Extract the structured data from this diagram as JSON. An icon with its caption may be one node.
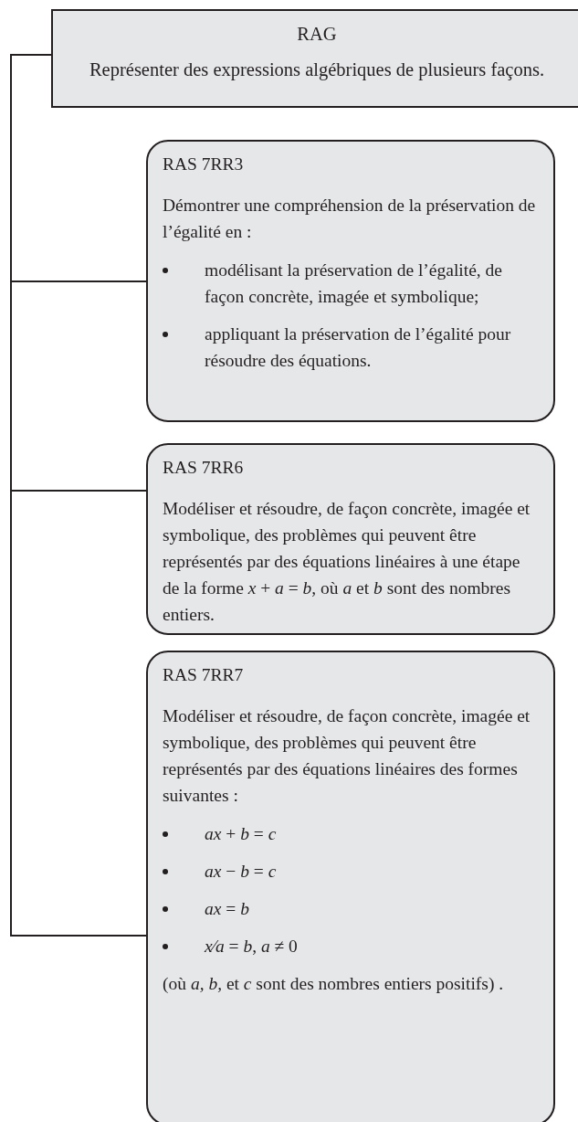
{
  "diagram": {
    "nodes": [
      {
        "text": [
          "RAG",
          "Représenter des expressions algébriques de plusieurs façons."
        ]
      },
      {
        "text": [
          "RAS 7RR3",
          "Démontrer une compréhension de la préservation de l’égalité en :",
          "modélisant la préservation de l’égalité, de façon concrète, imagée et symbolique;",
          "appliquant la préservation de l’égalité pour résoudre des équations."
        ]
      },
      {
        "text": [
          "RAS 7RR6",
          "Modéliser et résoudre, de façon concrète, imagée et symbolique, des problèmes qui peuvent être représentés par des équations linéaires à une étape de la forme *x* + *a* = *b*, où *a* et *b* sont des nombres entiers."
        ]
      },
      {
        "text": [
          "RAS 7RR7",
          "Modéliser et résoudre, de façon concrète, imagée et symbolique, des problèmes qui peuvent être représentés par des équations linéaires des formes suivantes :",
          "*ax* + *b* = *c*",
          "*ax* − *b* = *c*",
          "*ax* = *b*",
          "*x*⁄*a* = *b*, *a* ≠ 0",
          "(où *a, b,* et *c* sont des nombres entiers positifs) ."
        ]
      }
    ],
    "edges": [
      {
        "from": 0,
        "to": 1,
        "arrow": "none"
      },
      {
        "from": 0,
        "to": 2,
        "arrow": "none"
      },
      {
        "from": 0,
        "to": 3,
        "arrow": "none"
      }
    ]
  }
}
